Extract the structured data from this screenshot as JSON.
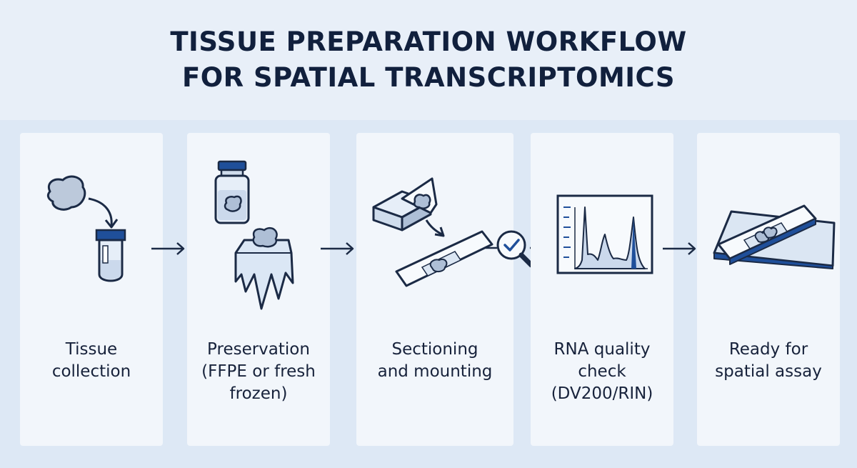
{
  "title": {
    "line1": "TISSUE PREPARATION WORKFLOW",
    "line2": "FOR SPATIAL TRANSCRIPTOMICS"
  },
  "steps": [
    {
      "id": "collection",
      "icon": "tissue-to-tube-icon",
      "lines": [
        "Tissue",
        "collection"
      ]
    },
    {
      "id": "preservation",
      "icon": "vial-and-frozen-tissue-icon",
      "lines": [
        "Preservation",
        "(FFPE or fresh",
        "frozen)"
      ]
    },
    {
      "id": "sectioning",
      "icon": "microtome-and-slide-icon",
      "lines": [
        "Sectioning",
        "and mounting"
      ]
    },
    {
      "id": "rna-qc",
      "icon": "electropherogram-icon",
      "lines": [
        "RNA quality",
        "check",
        "(DV200/RIN)"
      ]
    },
    {
      "id": "ready",
      "icon": "assay-slide-icon",
      "lines": [
        "Ready for",
        "spatial assay"
      ]
    }
  ],
  "colors": {
    "background": "#dde8f5",
    "card": "#f2f6fb",
    "accent": "#1f4f9a",
    "outline": "#1b2a45",
    "fill_light": "#cfdcec"
  }
}
